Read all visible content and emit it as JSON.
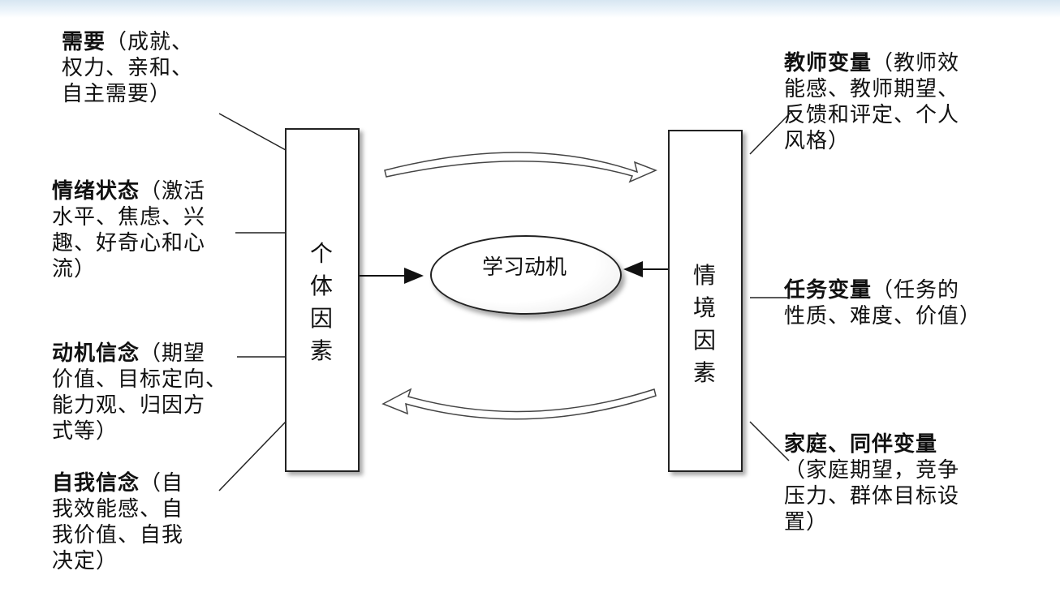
{
  "center": {
    "label": "学习动机"
  },
  "individual": {
    "chars": [
      "个",
      "体",
      "因",
      "素"
    ],
    "factors": [
      {
        "title": "需要",
        "lines": [
          "（成就、",
          "权力、亲和、",
          "自主需要）"
        ]
      },
      {
        "title": "情绪状态",
        "lines": [
          "（激活",
          "水平、焦虑、兴",
          "趣、好奇心和心",
          "流）"
        ]
      },
      {
        "title": "动机信念",
        "lines": [
          "（期望",
          "价值、目标定向、",
          "能力观、归因方",
          "式等）"
        ]
      },
      {
        "title": "自我信念",
        "lines": [
          "（自",
          "我效能感、自",
          "我价值、自我",
          "决定）"
        ]
      }
    ]
  },
  "situation": {
    "chars": [
      "情",
      "境",
      "因",
      "素"
    ],
    "factors": [
      {
        "title": "教师变量",
        "lines": [
          "（教师效",
          "能感、教师期望、",
          "反馈和评定、个人",
          "风格）"
        ]
      },
      {
        "title": "任务变量",
        "lines": [
          "（任务的",
          "性质、难度、价值）"
        ]
      },
      {
        "title": "家庭、同伴变量",
        "lines": [
          "",
          "（家庭期望，竞争",
          "压力、群体目标设",
          "置）"
        ]
      }
    ]
  }
}
